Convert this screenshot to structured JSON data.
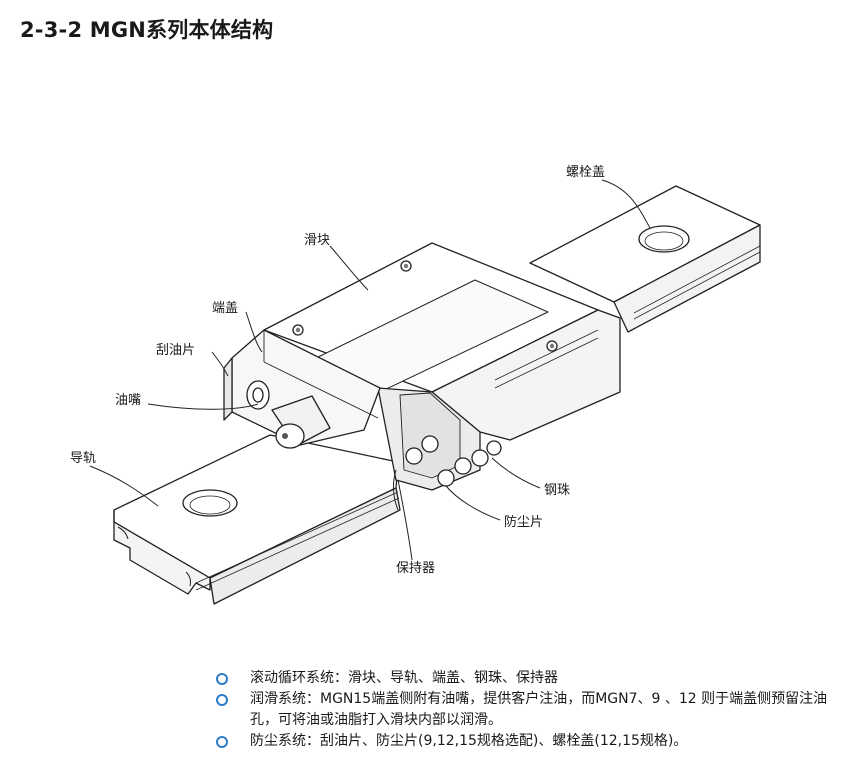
{
  "title": "2-3-2 MGN系列本体结构",
  "labels": {
    "bolt_cap": "螺栓盖",
    "slider": "滑块",
    "end_cap": "端盖",
    "scraper": "刮油片",
    "nozzle": "油嘴",
    "rail": "导轨",
    "steel_ball": "钢珠",
    "dust_seal": "防尘片",
    "retainer": "保持器"
  },
  "bullets": [
    {
      "text": "滚动循环系统：滑块、导轨、端盖、钢珠、保持器"
    },
    {
      "text": "润滑系统：MGN15端盖侧附有油嘴，提供客户注油，而MGN7、9 、12 则于端盖侧预留注油孔，可将油或油脂打入滑块内部以润滑。"
    },
    {
      "text": "防尘系统：刮油片、防尘片(9,12,15规格选配)、螺栓盖(12,15规格)。"
    }
  ],
  "colors": {
    "bullet": "#2e7bc8",
    "text": "#1a1a1a",
    "line": "#222222"
  },
  "icons": {
    "bullet": "ring-bullet-icon"
  }
}
